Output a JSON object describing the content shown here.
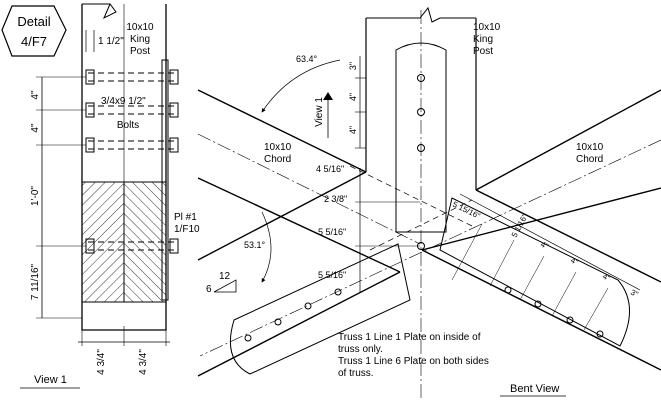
{
  "detail_tag": {
    "line1": "Detail",
    "line2": "4/F7"
  },
  "view1": {
    "top_dim": "1 1/2\"",
    "post_label": [
      "10x10",
      "King",
      "Post"
    ],
    "bolts_label": [
      "3/4x9  1/2\"",
      "Bolts"
    ],
    "plate_label": [
      "Pl #1",
      "1/F10"
    ],
    "vert_dims": [
      "4\"",
      "4\"",
      "1'-0\"",
      "7 11/16\""
    ],
    "bottom_dims": [
      "4 3/4\"",
      "4 3/4\""
    ],
    "title": "View 1"
  },
  "bent": {
    "post_label": [
      "10x10",
      "King",
      "Post"
    ],
    "chord_left": [
      "10x10",
      "Chord"
    ],
    "chord_right": [
      "10x10",
      "Chord"
    ],
    "angle_top": "63.4°",
    "angle_left": "53.1°",
    "view_marker": "View 1",
    "post_dims": [
      "3\"",
      "4\"",
      "4\""
    ],
    "center_dims": [
      "4 5/16\"",
      "2 3/8\"",
      "5 5/16\"",
      "5 5/16\""
    ],
    "right_dims": [
      "5 15/16\"",
      "5 1/16\"",
      "4\"",
      "4\"",
      "4\"",
      "3\""
    ],
    "slope": {
      "rise": "12",
      "run": "6"
    },
    "note": [
      "Truss 1 Line 1 Plate on inside of",
      "truss only.",
      "Truss 1 Line 6 Plate on both sides",
      "of truss."
    ],
    "title": "Bent View"
  }
}
